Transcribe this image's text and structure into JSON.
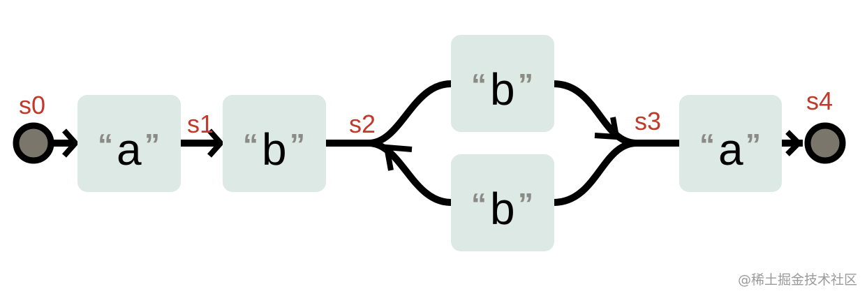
{
  "diagram": {
    "states": [
      {
        "id": "s0",
        "label": "s0"
      },
      {
        "id": "s1",
        "label": "s1"
      },
      {
        "id": "s2",
        "label": "s2"
      },
      {
        "id": "s3",
        "label": "s3"
      },
      {
        "id": "s4",
        "label": "s4"
      }
    ],
    "nodes": [
      {
        "id": "n1",
        "char": "a"
      },
      {
        "id": "n2",
        "char": "b"
      },
      {
        "id": "n3",
        "char": "b"
      },
      {
        "id": "n4",
        "char": "b"
      },
      {
        "id": "n5",
        "char": "a"
      }
    ],
    "quote_open": "“",
    "quote_close": "”",
    "edges": [
      {
        "from": "s0",
        "to": "n1"
      },
      {
        "from": "n1",
        "to": "s1"
      },
      {
        "from": "s1",
        "to": "n2"
      },
      {
        "from": "n2",
        "to": "s2"
      },
      {
        "from": "s2",
        "to": "n3"
      },
      {
        "from": "n3",
        "to": "s3"
      },
      {
        "from": "s3",
        "to": "n5"
      },
      {
        "from": "n5",
        "to": "s4"
      },
      {
        "from": "n4",
        "to": "s2"
      },
      {
        "from": "s3",
        "to": "n4"
      }
    ],
    "colors": {
      "node_fill": "#dde9e4",
      "quote": "#8a8a86",
      "state_label": "#c0392b",
      "terminal_fill": "#7a766c",
      "edge": "#000000"
    }
  },
  "watermark": "@稀土掘金技术社区"
}
